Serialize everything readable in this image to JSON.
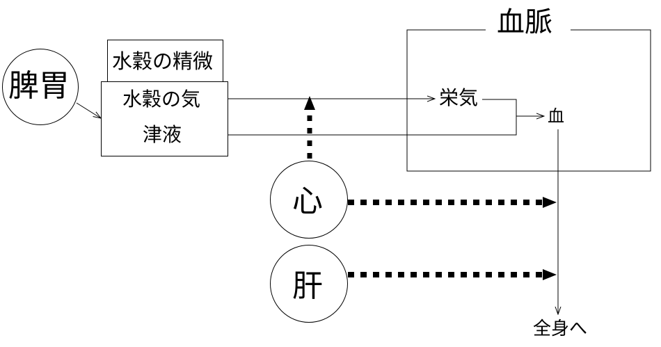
{
  "diagram": {
    "nodes": {
      "spleen_stomach": "脾胃",
      "essence": "水穀の精微",
      "grain_qi": "水穀の気",
      "body_fluids": "津液",
      "heart": "心",
      "liver": "肝",
      "vessels_title": "血脈",
      "nutrient_qi": "栄気",
      "blood": "血",
      "to_whole_body": "全身へ"
    },
    "edges": [
      {
        "from": "spleen_stomach",
        "to": "grain_qi",
        "style": "solid"
      },
      {
        "from": "grain_qi",
        "to": "nutrient_qi",
        "style": "solid"
      },
      {
        "from": "nutrient_qi",
        "to": "blood",
        "style": "solid"
      },
      {
        "from": "body_fluids",
        "to": "blood",
        "style": "solid"
      },
      {
        "from": "blood",
        "to": "to_whole_body",
        "style": "solid"
      },
      {
        "from": "heart",
        "to": "grain_qi",
        "style": "dotted-bold"
      },
      {
        "from": "heart",
        "to": "blood",
        "style": "dotted-bold"
      },
      {
        "from": "liver",
        "to": "blood",
        "style": "dotted-bold"
      }
    ],
    "colors": {
      "stroke": "#000000",
      "background": "#ffffff"
    }
  }
}
